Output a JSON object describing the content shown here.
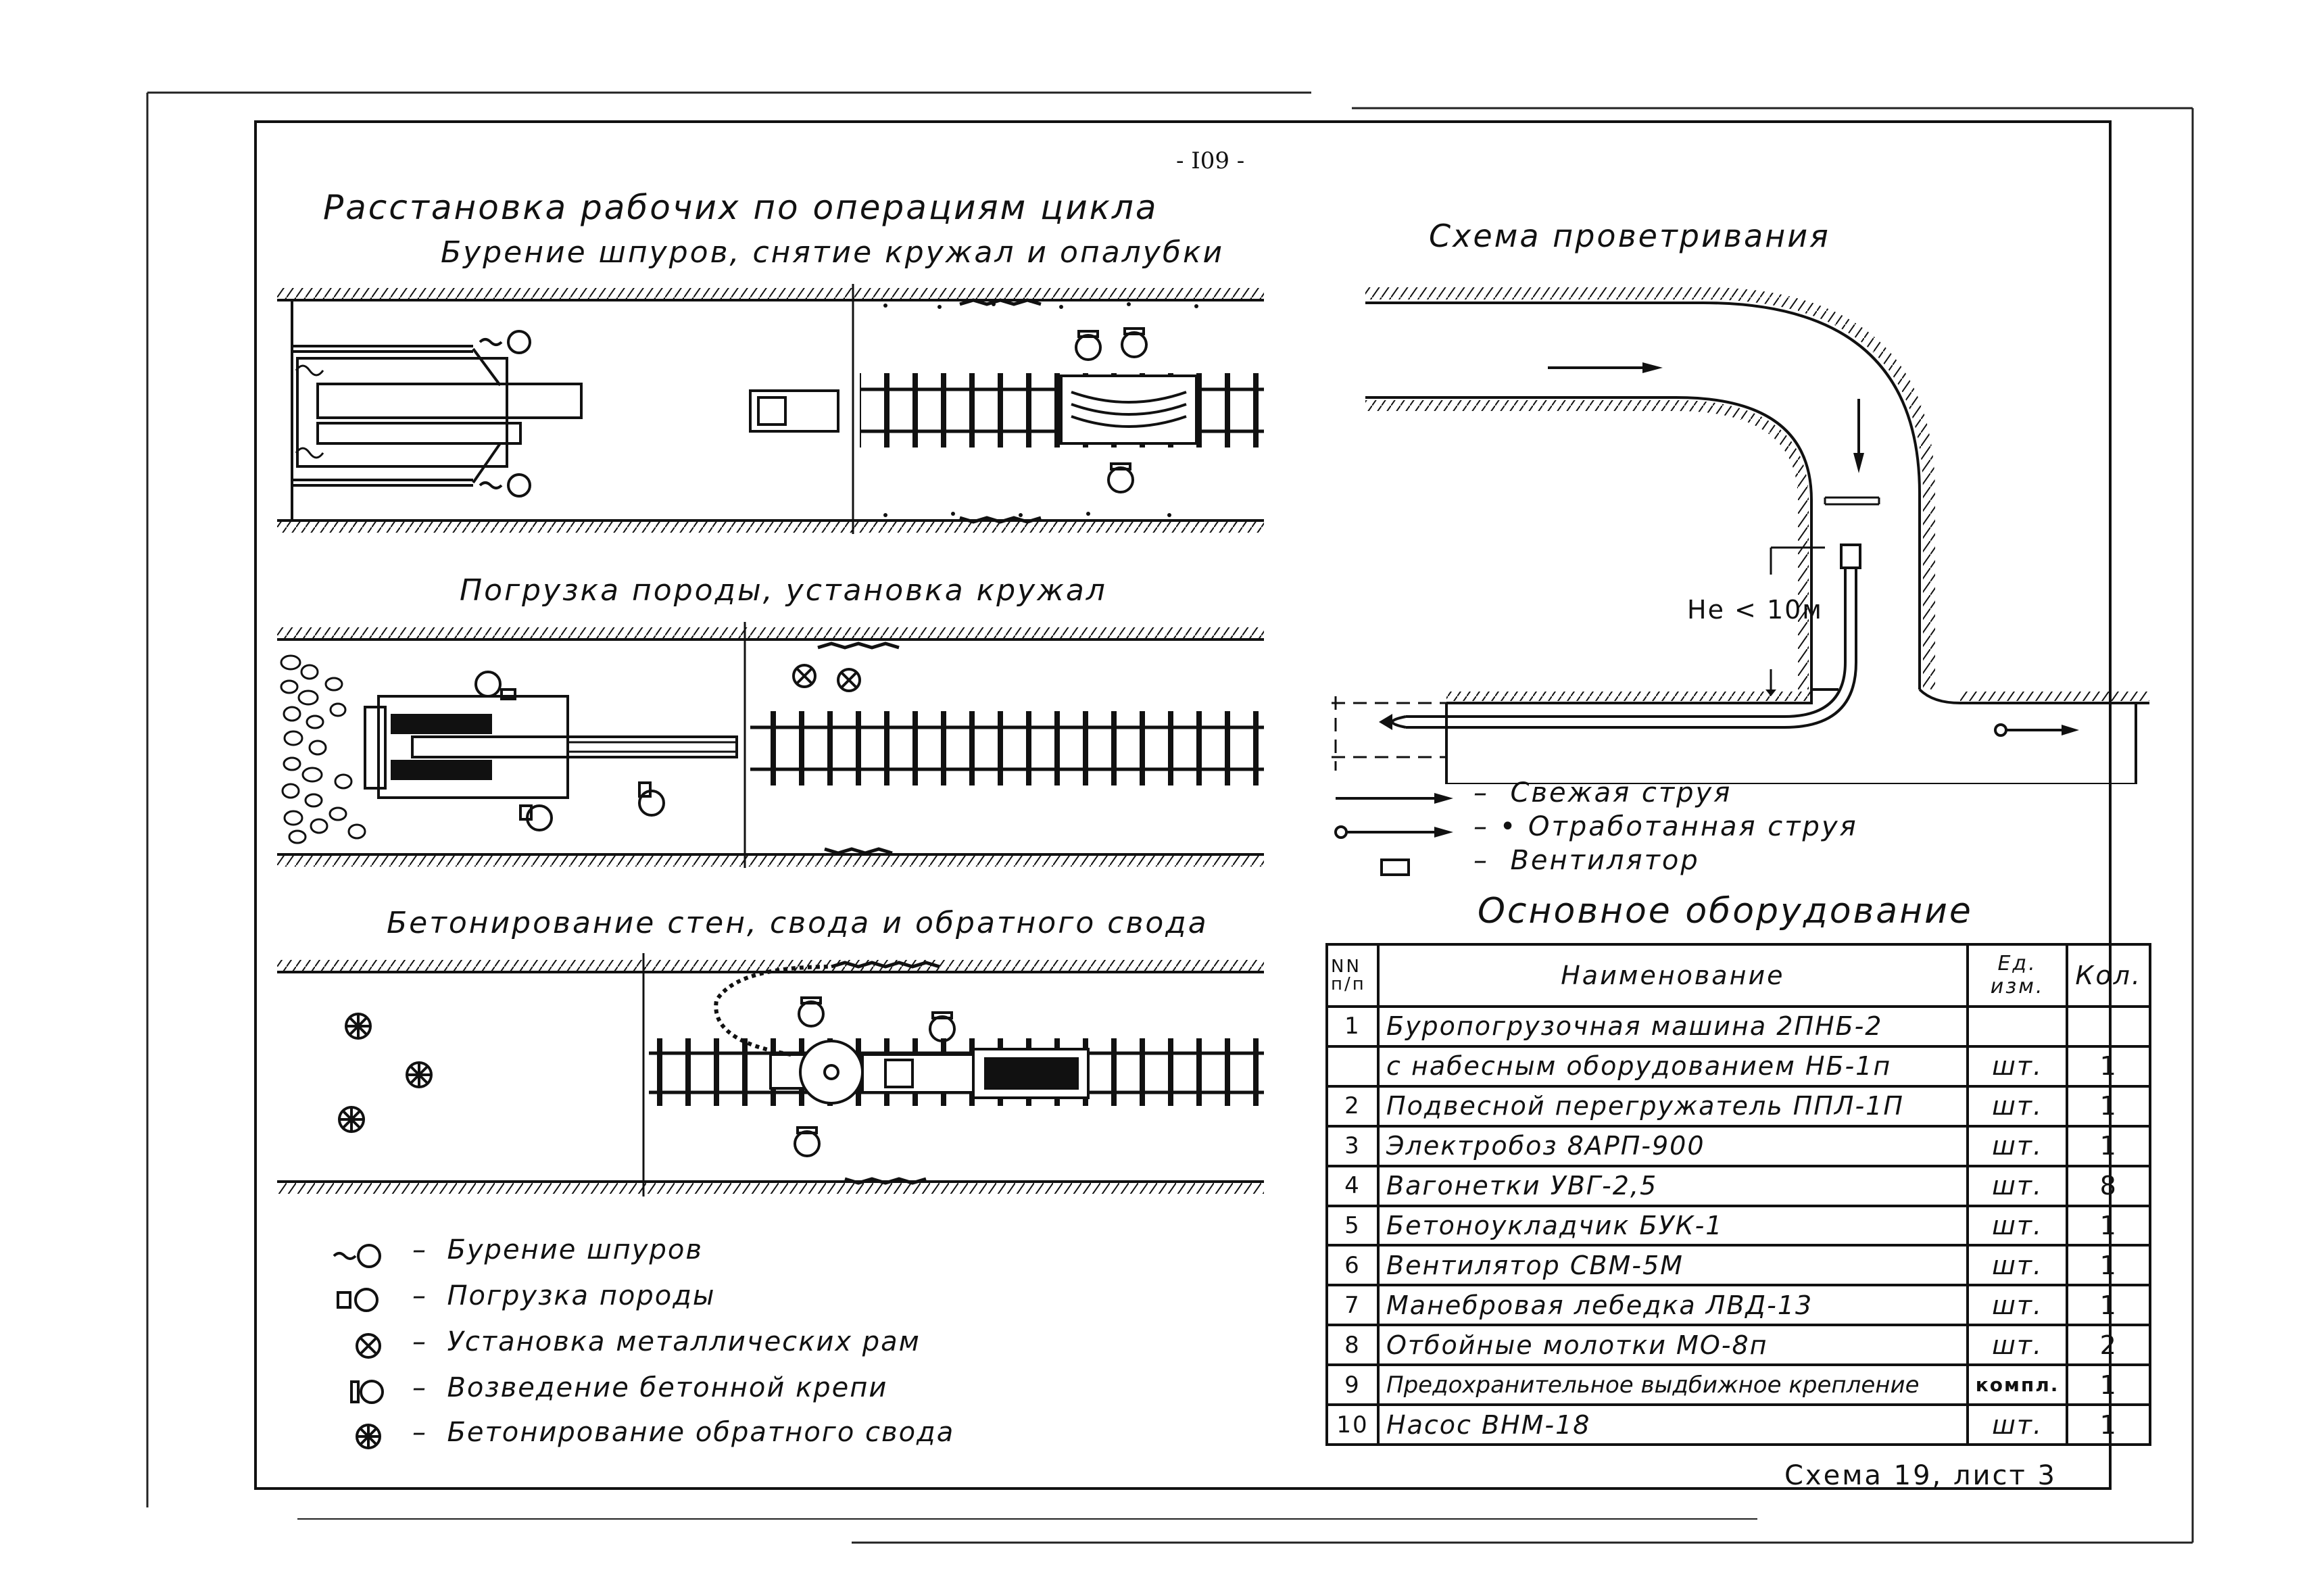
{
  "page_number": "- I09 -",
  "main_title": "Расстановка рабочих по операциям цикла",
  "sections": {
    "drilling": "Бурение шпуров, снятие кружал и опалубки",
    "loading": "Погрузка породы, установка кружал",
    "concreting": "Бетонирование стен, свода и обратного свода"
  },
  "worker_legend": [
    {
      "symbol": "~O",
      "dash": "–",
      "label": "Бурение шпуров",
      "icon": "drill-worker-icon"
    },
    {
      "symbol": "⊐O",
      "dash": "–",
      "label": "Погрузка породы",
      "icon": "loader-worker-icon"
    },
    {
      "symbol": "⊗",
      "dash": "–",
      "label": "Установка металлических рам",
      "icon": "frame-worker-icon"
    },
    {
      "symbol": "[O",
      "dash": "–",
      "label": "Возведение бетонной крепи",
      "icon": "lining-worker-icon"
    },
    {
      "symbol": "⊛",
      "dash": "–",
      "label": "Бетонирование обратного свода",
      "icon": "invert-worker-icon"
    }
  ],
  "ventilation": {
    "title": "Схема проветривания",
    "distance_label": "Не < 10м",
    "legend": [
      {
        "dash": "–",
        "label": "Свежая струя",
        "icon": "fresh-air-arrow-icon"
      },
      {
        "dash": "– •",
        "label": "Отработанная струя",
        "icon": "exhaust-air-arrow-icon"
      },
      {
        "dash": "–",
        "label": "Вентилятор",
        "icon": "fan-rectangle-icon"
      }
    ]
  },
  "equipment": {
    "title": "Основное оборудование",
    "headers": {
      "num": "NN п/п",
      "name": "Наименование",
      "unit": "Ед. изм.",
      "qty": "Кол."
    },
    "rows": [
      {
        "num": "1",
        "name": "Буропогрузочная машина 2ПНБ-2",
        "unit": "",
        "qty": ""
      },
      {
        "num": "",
        "name": "с набесным оборудованием НБ-1п",
        "unit": "шт.",
        "qty": "1"
      },
      {
        "num": "2",
        "name": "Подвесной перегружатель ППЛ-1П",
        "unit": "шт.",
        "qty": "1"
      },
      {
        "num": "3",
        "name": "Электробоз 8АРП-900",
        "unit": "шт.",
        "qty": "1"
      },
      {
        "num": "4",
        "name": "Вагонетки УВГ-2,5",
        "unit": "шт.",
        "qty": "8"
      },
      {
        "num": "5",
        "name": "Бетоноукладчик БУК-1",
        "unit": "шт.",
        "qty": "1"
      },
      {
        "num": "6",
        "name": "Вентилятор СВМ-5М",
        "unit": "шт.",
        "qty": "1"
      },
      {
        "num": "7",
        "name": "Манебровая лебедка ЛВД-13",
        "unit": "шт.",
        "qty": "1"
      },
      {
        "num": "8",
        "name": "Отбойные молотки МО-8п",
        "unit": "шт.",
        "qty": "2"
      },
      {
        "num": "9",
        "name": "Предохранительное выдбижное крепление",
        "unit": "компл.",
        "qty": "1"
      },
      {
        "num": "10",
        "name": "Насос ВНМ-18",
        "unit": "шт.",
        "qty": "1"
      }
    ]
  },
  "sheet_caption": "Схема 19, лист 3"
}
